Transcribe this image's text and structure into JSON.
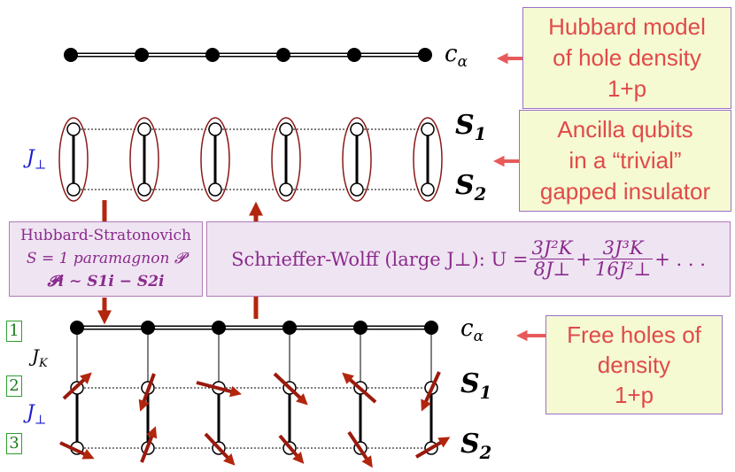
{
  "boxes": {
    "hubbard_model": [
      "Hubbard model",
      "of hole density",
      "1+p"
    ],
    "ancilla": [
      "Ancilla qubits",
      "in a “trivial”",
      "gapped insulator"
    ],
    "free_holes": [
      "Free holes of",
      "density",
      "1+p"
    ],
    "hubbard_stratonovich": [
      "Hubbard-Stratonovich",
      "S = 1 paramagnon 𝓟",
      "𝓟i ∼ S1i − S2i"
    ],
    "schrieffer_wolff": {
      "prefix": "Schrieffer-Wolff (large J⊥):  U =",
      "term1_num": "3J²K",
      "term1_den": "8J⊥",
      "term2_num": "3J³K",
      "term2_den": "16J²⊥",
      "suffix": "+ . . ."
    }
  },
  "labels": {
    "c_alpha_top": "cα",
    "S1_top": "S1",
    "S2_top": "S2",
    "J_perp_top": "J⊥",
    "c_alpha_bottom": "cα",
    "S1_bottom": "S1",
    "S2_bottom": "S2",
    "J_K": "JK",
    "J_perp_bottom": "J⊥"
  },
  "row_numbers": [
    "1",
    "2",
    "3"
  ],
  "colors": {
    "arrow_dark_red": "#b3260e",
    "arrow_light_red": "#e85a5a",
    "ellipse": "#8b1a1a",
    "green_box_fill": "#f5fad2",
    "pink_box_fill": "#efe4f2"
  }
}
